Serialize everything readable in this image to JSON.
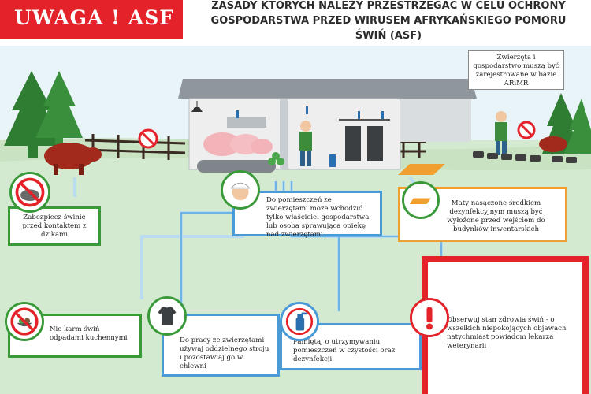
{
  "header": {
    "title": "UWAGA ! ASF",
    "subtitle_lines": [
      "ZASADY KTÓRYCH NALEŻY PRZESTRZEGAĆ W CELU OCHRONY",
      "GOSPODARSTWA PRZED WIRUSEM AFRYKAŃSKIEGO POMORU",
      "ŚWIŃ (ASF)"
    ]
  },
  "notes": {
    "registration": "Zwierzęta i gospodarstwo muszą być zarejestrowane w bazie ARiMR",
    "wild_boar": "Zabezpiecz świnie przed kontaktem z dzikami",
    "staff": "Do pomieszczeń ze zwierzętami może wchodzić tylko właściciel gospodarstwa lub osoba sprawująca opiekę nad zwierzętami",
    "mats": "Maty nasączone środkiem dezynfekcyjnym muszą być wyłożone przed wejściem do budynków inwentarskich",
    "kitchen_waste": "Nie karm świń odpadami kuchennymi",
    "clothing": "Do pracy ze zwierzętami używaj oddzielnego stroju i pozostawiaj go w chlewni",
    "cleanliness": "Pamiętaj o utrzymywaniu pomieszczeń w czystości oraz dezynfekcji",
    "health": "Obserwuj stan zdrowia świń - o wszelkich niepokojących objawach natychmiast powiadom lekarza weterynarii"
  },
  "colors": {
    "accent_red": "#e4222a",
    "frame_green": "#3a9a3a",
    "frame_blue": "#4a9ad6",
    "frame_orange": "#f0a030",
    "sky": "#e9f4f8",
    "ground": "#d3ead0"
  },
  "icons": [
    "no-wild-boar-icon",
    "farmer-head-icon",
    "orange-mat-icon",
    "no-kitchen-waste-icon",
    "work-shirt-icon",
    "disinfectant-spray-icon",
    "warning-exclamation-icon"
  ]
}
